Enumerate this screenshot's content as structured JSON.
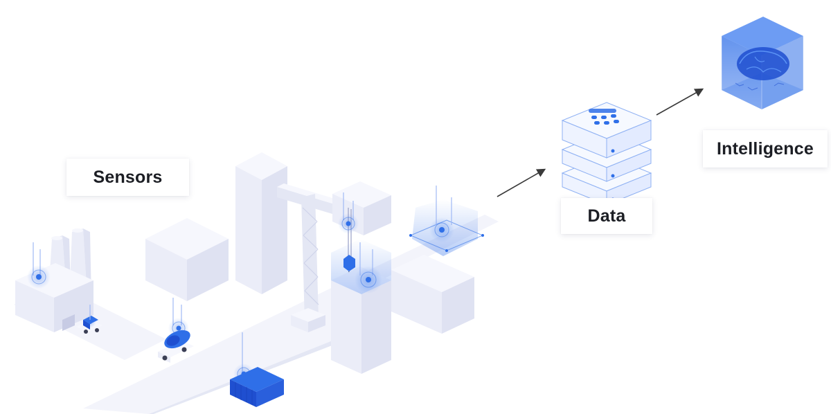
{
  "labels": {
    "sensors": "Sensors",
    "data": "Data",
    "intelligence": "Intelligence"
  },
  "colors": {
    "accent_blue": "#2f6fe8",
    "deep_blue": "#1f4fd0",
    "building_top": "#f6f7fd",
    "building_left": "#ebedf8",
    "building_right": "#dfe2f2",
    "label_text": "#1c1e24",
    "arrow": "#3a3a3a"
  },
  "icons": [
    "factory-icon",
    "sensor-signal-icon",
    "cargo-cart-icon",
    "cement-truck-icon",
    "tower-crane-icon",
    "crane-hook-icon",
    "shipping-container-icon",
    "sensor-grid-plane-icon",
    "server-stack-icon",
    "ai-brain-cube-icon",
    "arrow-right-icon"
  ]
}
